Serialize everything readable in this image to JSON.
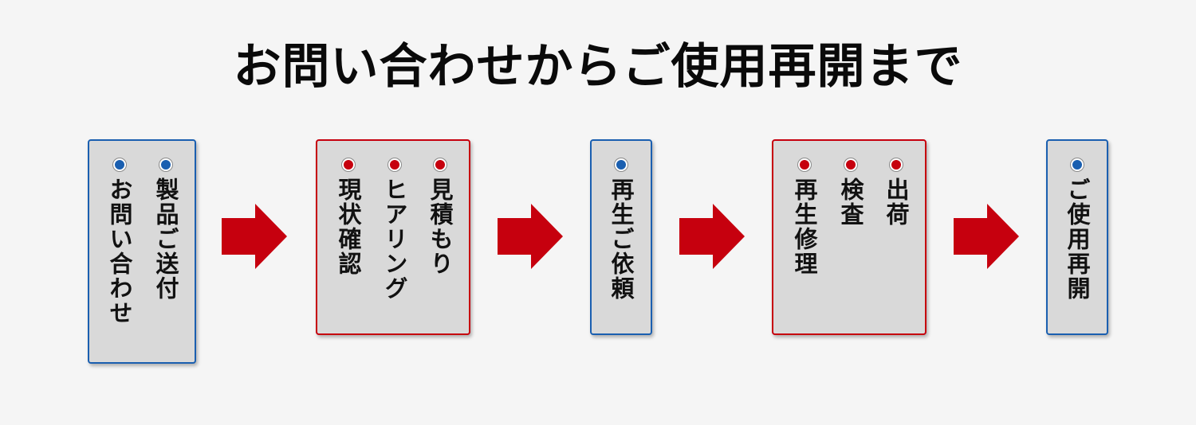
{
  "title": "お問い合わせからご使用再開まで",
  "colors": {
    "blue": "#1a5fb0",
    "red": "#c6000e",
    "arrow": "#c6000e",
    "box_fill": "#d9d9d9"
  },
  "steps": [
    {
      "color": "blue",
      "items": [
        "製品ご送付",
        "お問い合わせ"
      ]
    },
    {
      "color": "red",
      "items": [
        "見積もり",
        "ヒアリング",
        "現状確認"
      ]
    },
    {
      "color": "blue",
      "items": [
        "再生ご依頼"
      ]
    },
    {
      "color": "red",
      "items": [
        "出荷",
        "検査",
        "再生修理"
      ]
    },
    {
      "color": "blue",
      "items": [
        "ご使用再開"
      ]
    }
  ],
  "arrow_icon": "right-arrow-icon"
}
